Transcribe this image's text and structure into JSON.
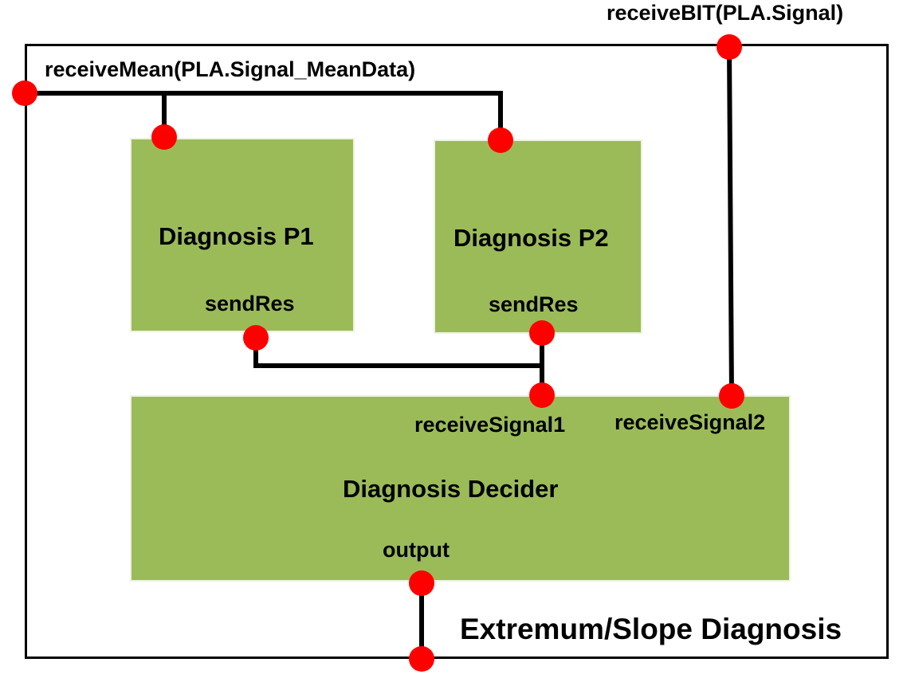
{
  "diagram": {
    "title": "Extremum/Slope Diagnosis",
    "colors": {
      "block_fill": "#9bbb59",
      "port": "#ff0000",
      "wire": "#000000"
    },
    "external_ports": {
      "receive_bit": "receiveBIT(PLA.Signal)",
      "receive_mean": "receiveMean(PLA.Signal_MeanData)"
    },
    "blocks": {
      "p1": {
        "name": "Diagnosis P1",
        "port_out": "sendRes"
      },
      "p2": {
        "name": "Diagnosis P2",
        "port_out": "sendRes"
      },
      "decider": {
        "name": "Diagnosis Decider",
        "port_in1": "receiveSignal1",
        "port_in2": "receiveSignal2",
        "port_out": "output"
      }
    }
  }
}
